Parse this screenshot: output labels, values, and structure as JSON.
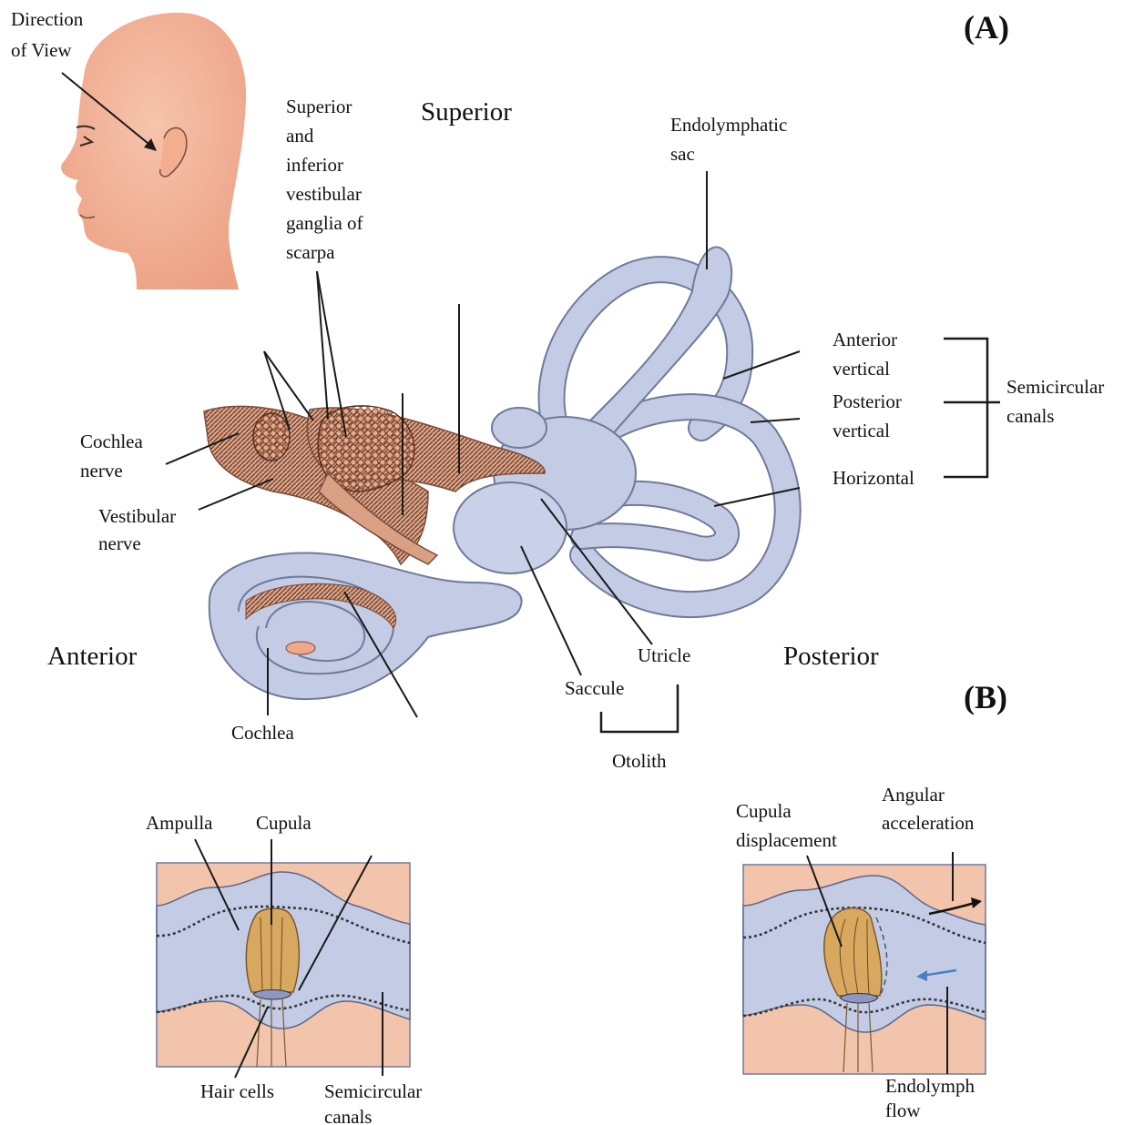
{
  "panels": {
    "a": "(A)",
    "b": "(B)"
  },
  "head": {
    "direction_of_view": [
      "Direction",
      "of View"
    ]
  },
  "directions": {
    "superior": "Superior",
    "anterior": "Anterior",
    "posterior": "Posterior"
  },
  "labels": {
    "ganglia": [
      "Superior",
      "and",
      "inferior",
      "vestibular",
      "ganglia of",
      "scarpa"
    ],
    "endolymphatic_sac": [
      "Endolymphatic",
      "sac"
    ],
    "anterior_vertical": [
      "Anterior",
      "vertical"
    ],
    "posterior_vertical": [
      "Posterior",
      "vertical"
    ],
    "horizontal": "Horizontal",
    "semicircular_canals": [
      "Semicircular",
      "canals"
    ],
    "cochlea_nerve": [
      "Cochlea",
      "nerve"
    ],
    "vestibular_nerve": [
      "Vestibular",
      "nerve"
    ],
    "cochlea": "Cochlea",
    "utricle": "Utricle",
    "saccule": "Saccule",
    "otolith": "Otolith"
  },
  "detail_left": {
    "ampulla": "Ampulla",
    "cupula": "Cupula",
    "hair_cells": "Hair cells",
    "semicircular_canals": [
      "Semicircular",
      "canals"
    ]
  },
  "detail_right": {
    "cupula_displacement": [
      "Cupula",
      "displacement"
    ],
    "angular_acceleration": [
      "Angular",
      "acceleration"
    ],
    "endolymph_flow": [
      "Endolymph",
      "flow"
    ]
  },
  "colors": {
    "skin": "#f3b79c",
    "labyrinth": "#c3cce4",
    "labyrinth_edge": "#6f7a9c",
    "nerve": "#cf9c80",
    "nerve_dark": "#9e6a50",
    "detail_bg": "#f2c4ab",
    "cupula": "#d9a860"
  }
}
